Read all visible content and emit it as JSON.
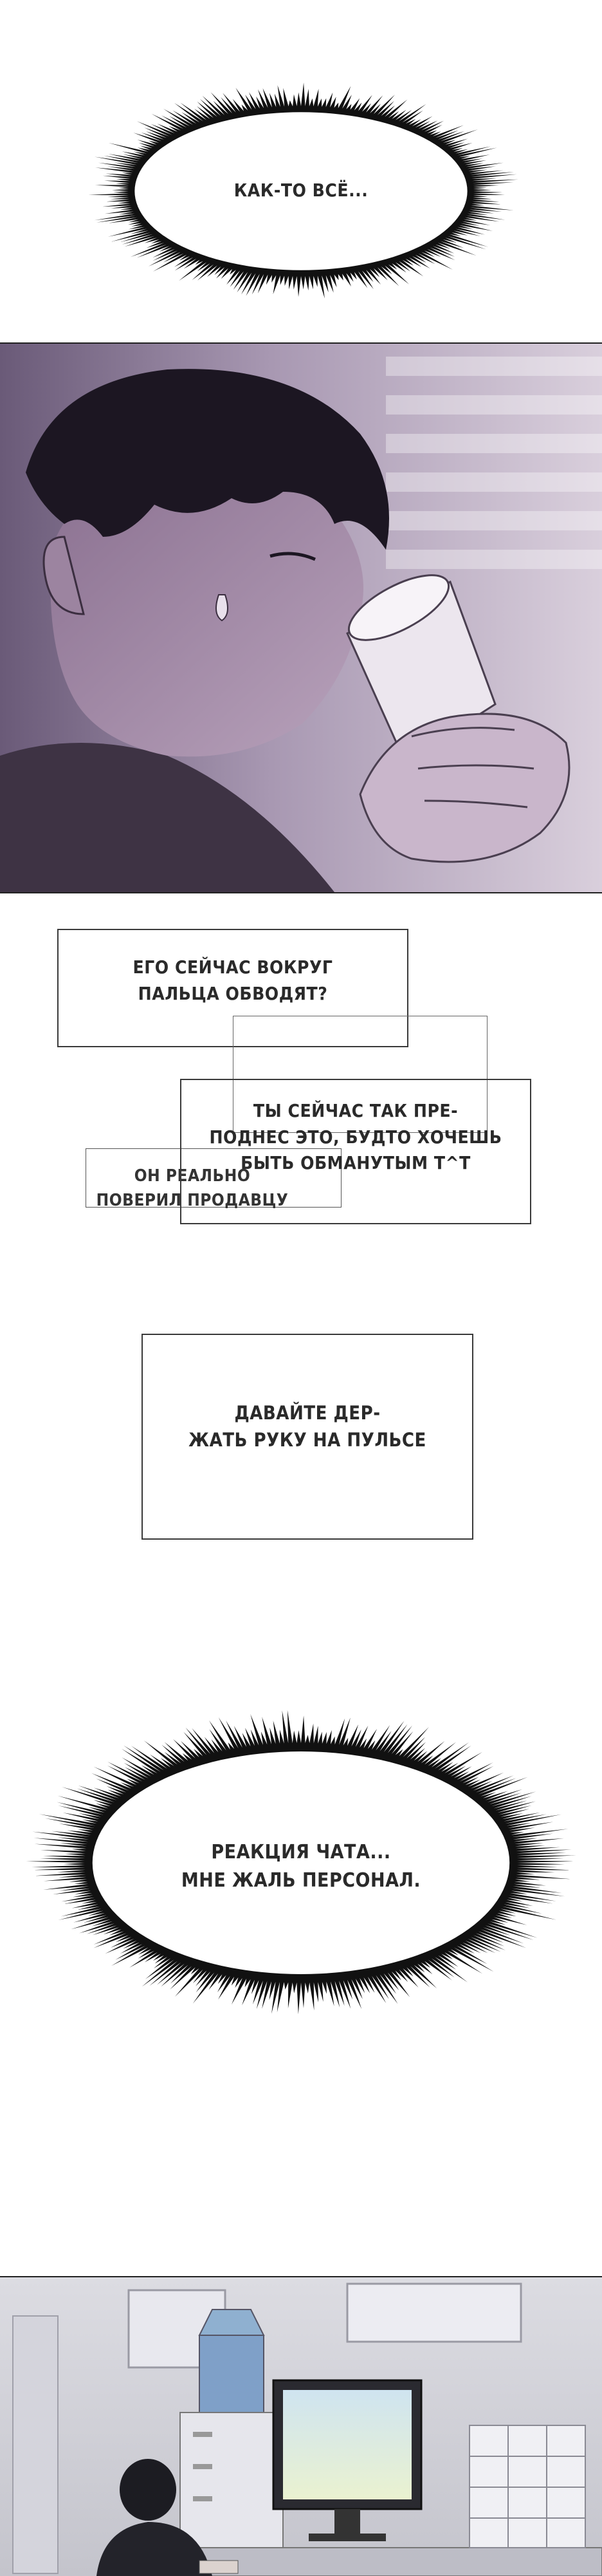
{
  "bubbles": {
    "top": "КАК-ТО ВСЁ...",
    "bottom_line1": "РЕАКЦИЯ ЧАТА...",
    "bottom_line2": "МНЕ ЖАЛЬ ПЕРСОНАЛ."
  },
  "chat_boxes": {
    "box1_line1": "ЕГО СЕЙЧАС ВОКРУГ",
    "box1_line2": "ПАЛЬЦА ОБВОДЯТ?",
    "box2_line1": "ТЫ СЕЙЧАС ТАК ПРЕ-",
    "box2_line2": "ПОДНЕС ЭТО, БУДТО ХОЧЕШЬ",
    "box2_line3": "БЫТЬ ОБМАНУТЫМ Т^Т",
    "box3_line1": "ОН РЕАЛЬНО",
    "box3_line2": "ПОВЕРИЛ ПРОДАВЦУ"
  },
  "caption": {
    "line1": "ДАВАЙТЕ ДЕР-",
    "line2": "ЖАТЬ РУКУ НА ПУЛЬСЕ"
  }
}
